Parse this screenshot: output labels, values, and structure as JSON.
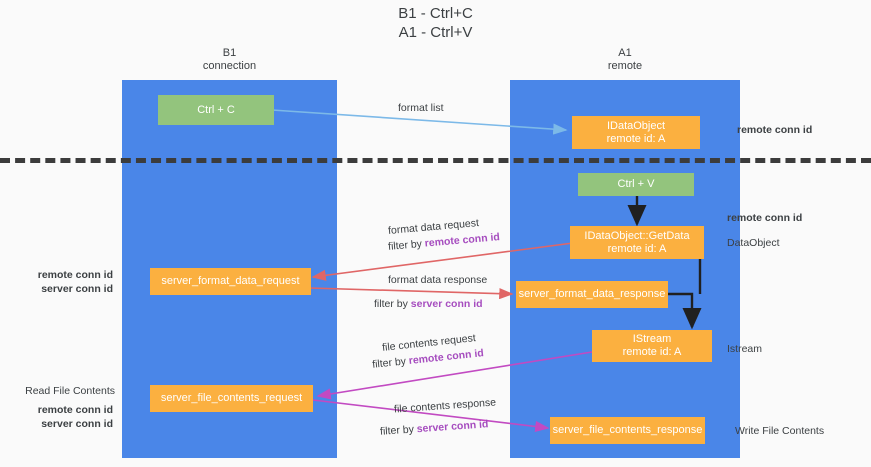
{
  "diagram": {
    "title_line1": "B1 - Ctrl+C",
    "title_line2": "A1 - Ctrl+V",
    "colors": {
      "lane": "#4a86e8",
      "green_node": "#93c47d",
      "orange_node": "#fbb040",
      "purple_text": "#a64dbf",
      "green_text": "#6aa84f",
      "blue_arrow": "#7cb9e8",
      "red_arrow": "#e06666",
      "magenta_arrow": "#c24ac2",
      "black_arrow": "#202020",
      "background": "#fafafa"
    },
    "lanes": [
      {
        "id": "b1",
        "title": "B1",
        "subtitle": "connection"
      },
      {
        "id": "a1",
        "title": "A1",
        "subtitle": "remote"
      }
    ],
    "nodes": [
      {
        "id": "ctrl-c",
        "line1": "Ctrl + C",
        "line2": "",
        "style": "green"
      },
      {
        "id": "idataobject",
        "line1": "IDataObject",
        "line2": "remote id: A",
        "style": "orange"
      },
      {
        "id": "ctrl-v",
        "line1": "Ctrl + V",
        "line2": "",
        "style": "green"
      },
      {
        "id": "getdata",
        "line1": "IDataObject::GetData",
        "line2": "remote id: A",
        "style": "orange"
      },
      {
        "id": "server-format-data-request",
        "line1": "server_format_data_request",
        "line2": "",
        "style": "orange"
      },
      {
        "id": "server-format-data-response",
        "line1": "server_format_data_response",
        "line2": "",
        "style": "orange"
      },
      {
        "id": "istream",
        "line1": "IStream",
        "line2": "remote id: A",
        "style": "orange"
      },
      {
        "id": "server-file-contents-request",
        "line1": "server_file_contents_request",
        "line2": "",
        "style": "orange"
      },
      {
        "id": "server-file-contents-response",
        "line1": "server_file_contents_response",
        "line2": "",
        "style": "orange"
      }
    ],
    "edge_labels": {
      "format_list": "format list",
      "format_data_request": "format data request",
      "format_data_request_filter_prefix": "filter by ",
      "format_data_request_filter_key": "remote conn id",
      "format_data_response": "format data response",
      "format_data_response_filter_prefix": "filter by ",
      "format_data_response_filter_key": "server conn id",
      "file_contents_request": "file contents request",
      "file_contents_request_filter_prefix": "filter by ",
      "file_contents_request_filter_key": "remote conn id",
      "file_contents_response": "file contents response",
      "file_contents_response_filter_prefix": "filter by ",
      "file_contents_response_filter_key": "server conn id"
    },
    "side_labels": {
      "right_remote_conn_id_top": "remote conn id",
      "right_remote_conn_id_mid": "remote conn id",
      "right_dataobject": "DataObject",
      "right_istream": "Istream",
      "right_write_file_contents": "Write File Contents",
      "left_remote_conn_id": "remote conn id",
      "left_server_conn_id": "server conn id",
      "left_read_file_contents": "Read File Contents",
      "left_remote_conn_id_2": "remote conn id",
      "left_server_conn_id_2": "server conn id"
    }
  }
}
